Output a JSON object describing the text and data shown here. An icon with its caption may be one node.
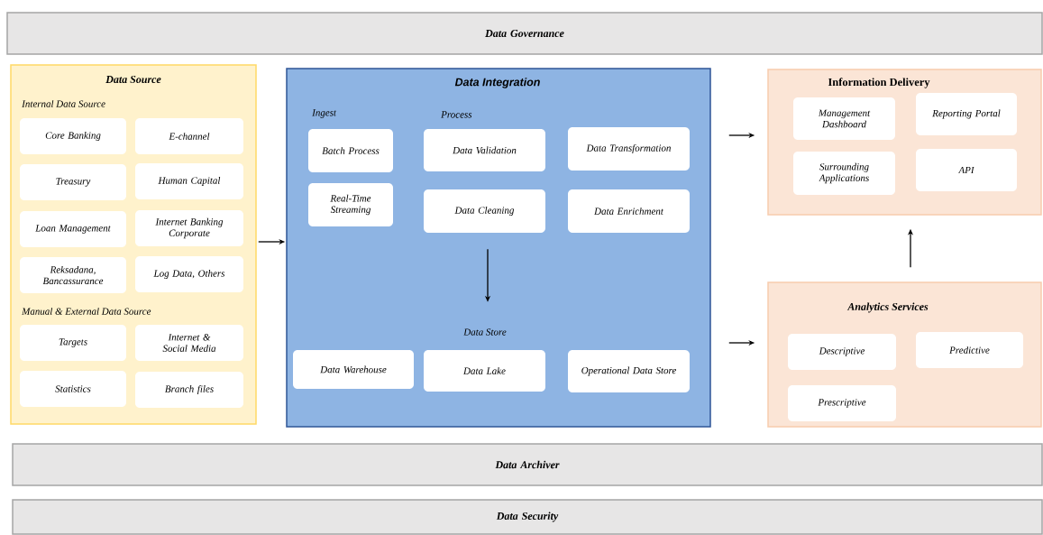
{
  "diagram": {
    "nodes": [
      {
        "text": [
          "Data Governance"
        ]
      },
      {
        "text": [
          "Data Source",
          "Internal Data Source",
          "Manual & External Data Source"
        ]
      },
      {
        "text": [
          "Core Banking"
        ],
        "in": 1
      },
      {
        "text": [
          "E-channel"
        ],
        "in": 1
      },
      {
        "text": [
          "Treasury"
        ],
        "in": 1
      },
      {
        "text": [
          "Human Capital"
        ],
        "in": 1
      },
      {
        "text": [
          "Loan Management"
        ],
        "in": 1
      },
      {
        "text": [
          "Internet Banking Corporate"
        ],
        "in": 1
      },
      {
        "text": [
          "Reksadana, Bancassurance"
        ],
        "in": 1
      },
      {
        "text": [
          "Log Data, Others"
        ],
        "in": 1
      },
      {
        "text": [
          "Targets"
        ],
        "in": 1
      },
      {
        "text": [
          "Internet & Social Media"
        ],
        "in": 1
      },
      {
        "text": [
          "Statistics"
        ],
        "in": 1
      },
      {
        "text": [
          "Branch files"
        ],
        "in": 1
      },
      {
        "text": [
          "Data Integration",
          "Ingest",
          "Process",
          "Data Store"
        ]
      },
      {
        "text": [
          "Batch Process"
        ],
        "in": 14
      },
      {
        "text": [
          "Real-Time Streaming"
        ],
        "in": 14
      },
      {
        "text": [
          "Data Validation"
        ],
        "in": 14
      },
      {
        "text": [
          "Data Transformation"
        ],
        "in": 14
      },
      {
        "text": [
          "Data Cleaning"
        ],
        "in": 14
      },
      {
        "text": [
          "Data Enrichment"
        ],
        "in": 14
      },
      {
        "text": [
          "Data Warehouse"
        ],
        "in": 14
      },
      {
        "text": [
          "Data Lake"
        ],
        "in": 14
      },
      {
        "text": [
          "Operational Data Store"
        ],
        "in": 14
      },
      {
        "text": [
          "Information Delivery"
        ]
      },
      {
        "text": [
          "Management Dashboard"
        ],
        "in": 24
      },
      {
        "text": [
          "Reporting Portal"
        ],
        "in": 24
      },
      {
        "text": [
          "Surrounding Applications"
        ],
        "in": 24
      },
      {
        "text": [
          "API"
        ],
        "in": 24
      },
      {
        "text": [
          "Analytics Services"
        ]
      },
      {
        "text": [
          "Descriptive"
        ],
        "in": 29
      },
      {
        "text": [
          "Predictive"
        ],
        "in": 29
      },
      {
        "text": [
          "Prescriptive"
        ],
        "in": 29
      },
      {
        "text": [
          "Data Archiver"
        ]
      },
      {
        "text": [
          "Data Security"
        ]
      }
    ],
    "edges": [
      {
        "from": 1,
        "to": 14,
        "arrow": "to"
      },
      {
        "from": 14,
        "to": 24,
        "arrow": "to"
      },
      {
        "from": 14,
        "to": 29,
        "arrow": "to"
      },
      {
        "from": 29,
        "to": 24,
        "arrow": "to"
      },
      {
        "from": 19,
        "to": 22,
        "arrow": "to"
      }
    ]
  }
}
